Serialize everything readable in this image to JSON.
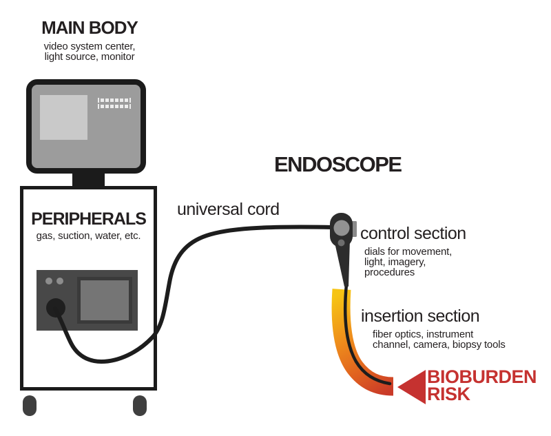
{
  "labels": {
    "main_body": {
      "title": "MAIN BODY",
      "desc1": "video system center,",
      "desc2": "light source, monitor"
    },
    "peripherals": {
      "title": "PERIPHERALS",
      "desc": "gas, suction, water, etc."
    },
    "endoscope_title": "ENDOSCOPE",
    "universal_cord": "universal cord",
    "control_section": {
      "title": "control section",
      "desc1": "dials for movement,",
      "desc2": "light, imagery,",
      "desc3": "procedures"
    },
    "insertion_section": {
      "title": "insertion section",
      "desc1": "fiber optics, instrument",
      "desc2": "channel, camera, biopsy tools"
    },
    "bioburden_risk": {
      "line1": "BIOBURDEN",
      "line2": "RISK"
    }
  },
  "colors": {
    "ink_black": "#231f20",
    "risk_red": "#c53230",
    "tube_yellow": "#f6c414",
    "tube_orange": "#ee8c1c",
    "tube_tip_red": "#c93a28",
    "monitor_gray": "#9c9c9c",
    "device_gray": "#484848",
    "dial_gray": "#929292"
  },
  "icons": {
    "bioburden_arrow": "left-pointing-triangle-arrow",
    "monitor": "video-monitor-illustration",
    "cart": "equipment-cart-illustration",
    "endoscope": "endoscope-scope-illustration"
  }
}
